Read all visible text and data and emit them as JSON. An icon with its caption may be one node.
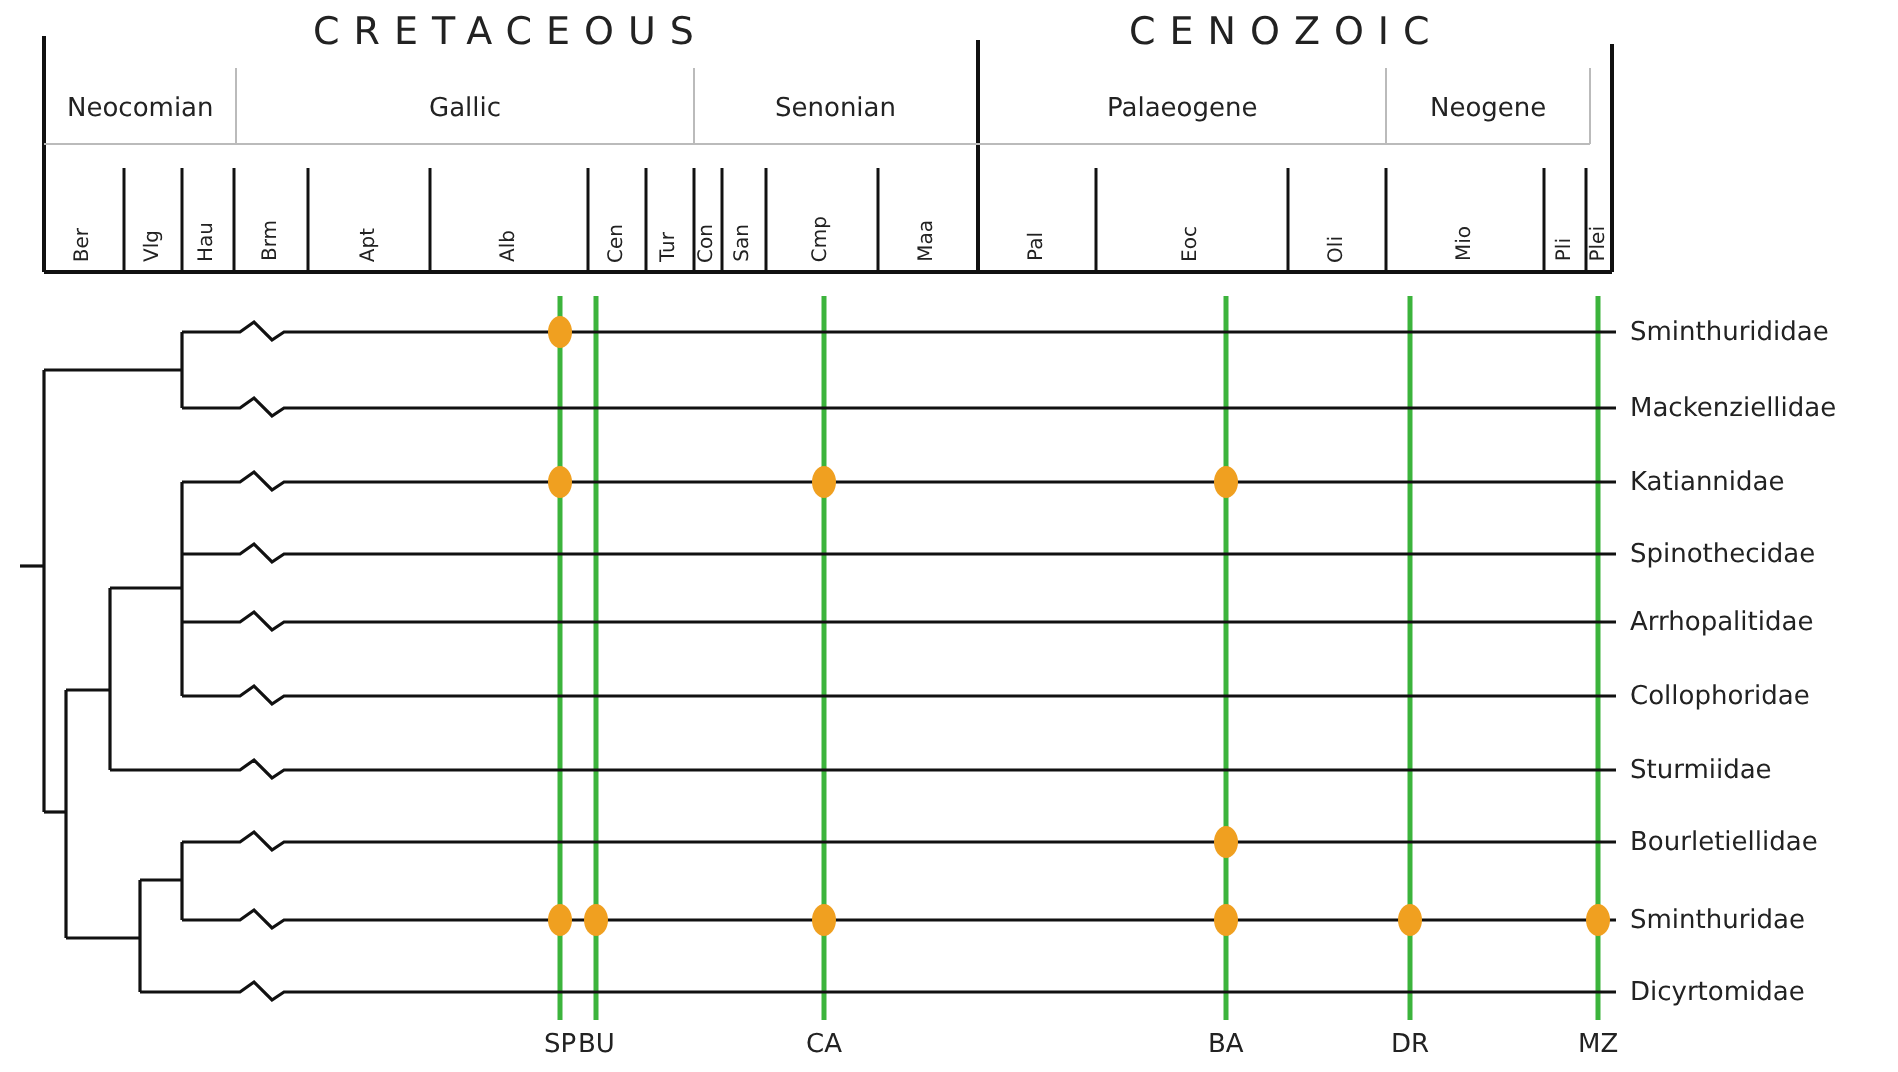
{
  "diagram": {
    "labels": [
      "CRETACEOUS",
      "CENOZOIC",
      "Neocomian",
      "Gallic",
      "Senonian",
      "Palaeogene",
      "Neogene",
      "Ber",
      "Vlg",
      "Hau",
      "Brm",
      "Apt",
      "Alb",
      "Cen",
      "Tur",
      "Con",
      "San",
      "Cmp",
      "Maa",
      "Pal",
      "Eoc",
      "Oli",
      "Mio",
      "Pli",
      "Plei",
      "Sminthurididae",
      "Mackenziellidae",
      "Katiannidae",
      "Spinothecidae",
      "Arrhopalitidae",
      "Collophoridae",
      "Sturmiidae",
      "Bourletiellidae",
      "Sminthuridae",
      "Dicyrtomidae",
      "SP",
      "BU",
      "CA",
      "BA",
      "DR",
      "MZ"
    ]
  }
}
